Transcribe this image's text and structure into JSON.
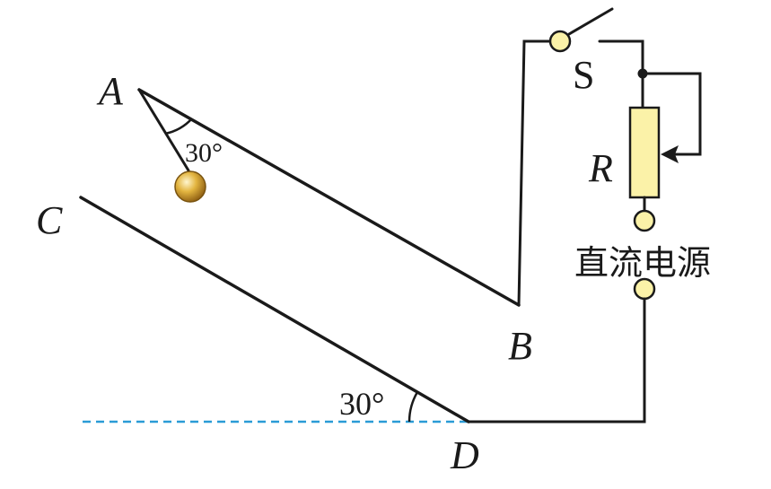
{
  "labels": {
    "point_a": "A",
    "point_b": "B",
    "point_c": "C",
    "point_d": "D",
    "switch": "S",
    "resistor": "R",
    "source": "直流电源",
    "angle_thread": "30°",
    "angle_plate": "30°"
  },
  "colors": {
    "line": "#1a1a1a",
    "terminal_fill": "#fbf2a8",
    "terminal_stroke": "#1a1a1a",
    "ball": "#d4a82b",
    "dashed": "#2a9bd6",
    "resistor_fill": "#fbf2a8"
  }
}
